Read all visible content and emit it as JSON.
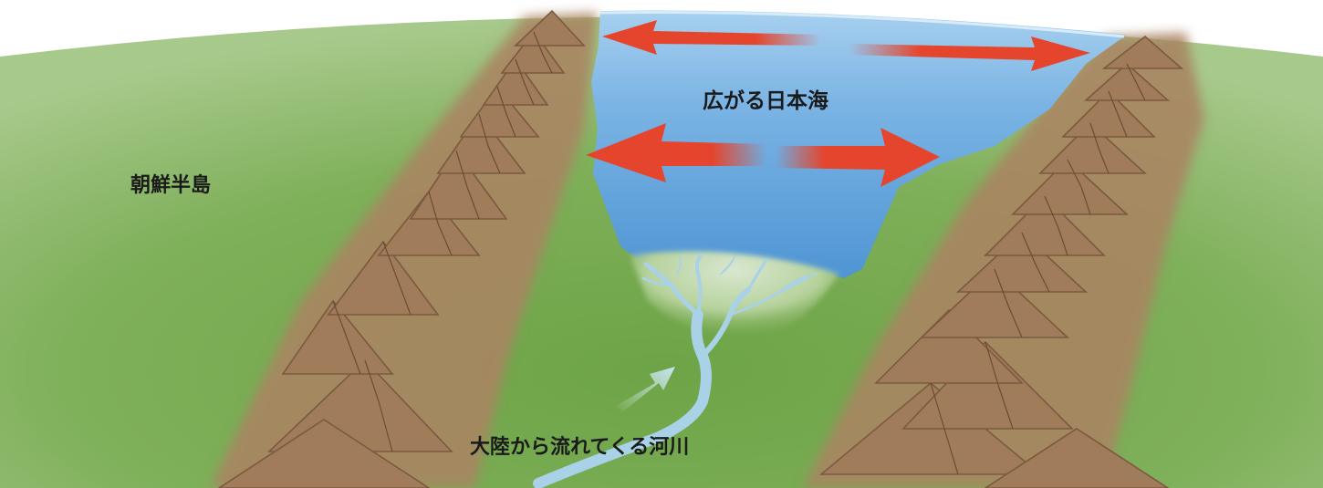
{
  "labels": {
    "korean_peninsula": "朝鮮半島",
    "sea_expanding": "広がる日本海",
    "river_from_continent": "大陸から流れてくる河川"
  },
  "colors": {
    "land_green": "#74a84e",
    "land_green_light": "#a6c98a",
    "mountain_brown": "#b08a68",
    "mountain_brown_dark": "#8a6548",
    "sea_blue": "#5d9fd8",
    "sea_blue_light": "#9ec8ea",
    "river_blue": "#a9d1e8",
    "arrow_red": "#e5452c",
    "flow_arrow": "#c8e6f4"
  },
  "icons": [
    "expansion-arrow-icon",
    "river-flow-arrow-icon"
  ]
}
